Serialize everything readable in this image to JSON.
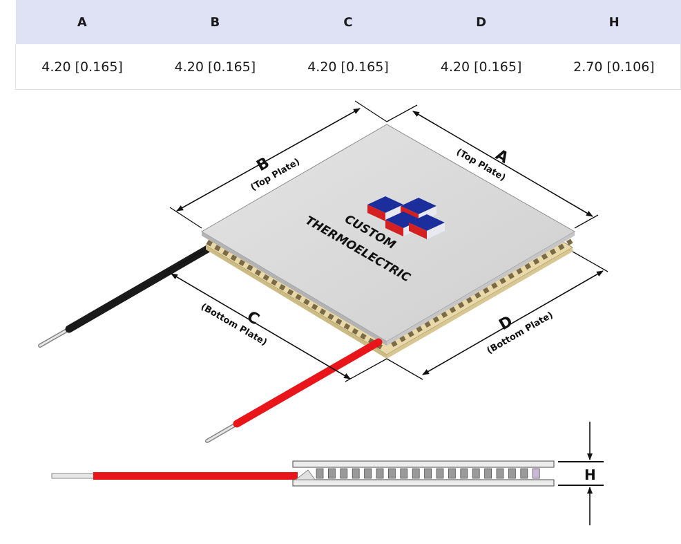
{
  "table": {
    "headers": [
      "A",
      "B",
      "C",
      "D",
      "H"
    ],
    "values": [
      "4.20 [0.165]",
      "4.20 [0.165]",
      "4.20 [0.165]",
      "4.20 [0.165]",
      "2.70 [0.106]"
    ]
  },
  "diagram": {
    "label_a": "A",
    "sub_a": "(Top Plate)",
    "label_b": "B",
    "sub_b": "(Top Plate)",
    "label_c": "C",
    "sub_c": "(Bottom Plate)",
    "label_d": "D",
    "sub_d": "(Bottom Plate)",
    "label_h": "H",
    "logo_line1": "CUSTOM",
    "logo_line2": "THERMOELECTRIC"
  },
  "colors": {
    "header_bg": "#dfe2f5",
    "plate": "#d9d9d9",
    "bottom_plate": "#e9d9a8",
    "wire_black": "#1a1a1a",
    "wire_red": "#e8161a"
  }
}
